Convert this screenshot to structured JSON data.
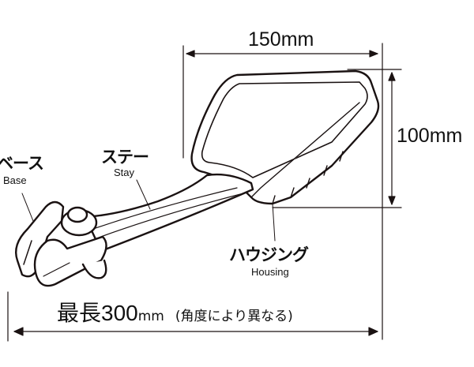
{
  "dimensions": {
    "width": "150mm",
    "height": "100mm",
    "length_prefix": "最長300",
    "length_unit": "mm",
    "length_note": "(角度により異なる)"
  },
  "parts": {
    "base": {
      "ja": "ベース",
      "en": "Base"
    },
    "stay": {
      "ja": "ステー",
      "en": "Stay"
    },
    "housing": {
      "ja": "ハウジング",
      "en": "Housing"
    }
  },
  "colors": {
    "line": "#1a1212",
    "fill": "#ffffff"
  }
}
